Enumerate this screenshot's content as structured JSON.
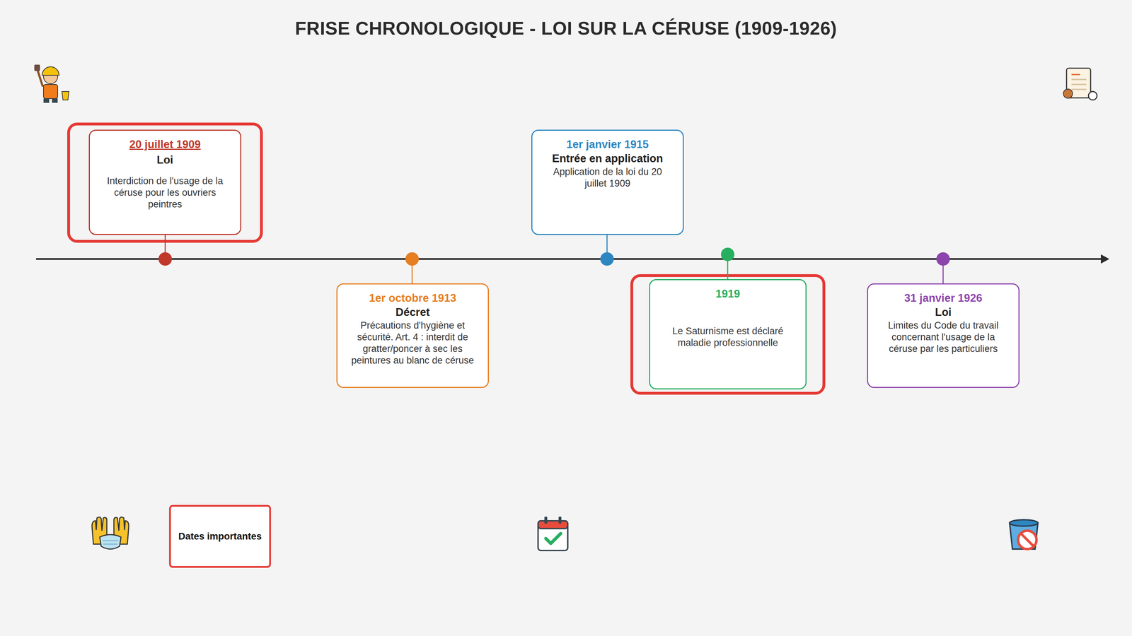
{
  "diagram": {
    "title": "FRISE CHRONOLOGIQUE - LOI SUR LA CÉRUSE (1909-1926)",
    "nodes": [
      {
        "text": [
          "20 juillet 1909",
          "Loi",
          "Interdiction de l'usage de la céruse pour les ouvriers peintres"
        ]
      },
      {
        "text": [
          "1er octobre 1913",
          "Décret",
          "Précautions d'hygiène et sécurité. Art. 4 : interdit de gratter/poncer à sec les peintures au blanc de céruse"
        ]
      },
      {
        "text": [
          "1er janvier 1915",
          "Entrée en application",
          "Application de la loi du 20 juillet 1909"
        ]
      },
      {
        "text": [
          "1919",
          "Le Saturnisme est déclaré maladie professionnelle"
        ]
      },
      {
        "text": [
          "31 janvier 1926",
          "Loi",
          "Limites du Code du travail concernant l'usage de la céruse par les particuliers"
        ]
      }
    ],
    "legend": [
      {
        "text": "Dates importantes"
      }
    ]
  }
}
